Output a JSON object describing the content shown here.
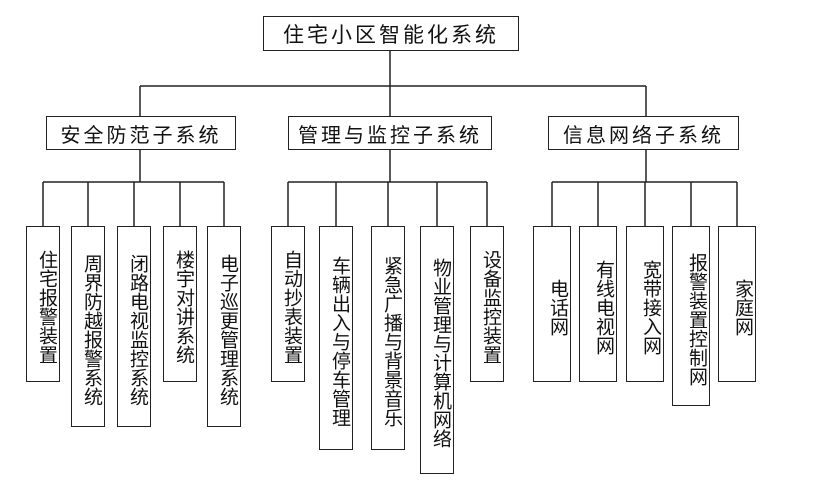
{
  "root": {
    "label": "住宅小区智能化系统"
  },
  "subsystems": [
    {
      "label": "安全防范子系统",
      "children": [
        "住宅报警装置",
        "周界防越报警系统",
        "闭路电视监控系统",
        "楼宇对讲系统",
        "电子巡更管理系统"
      ]
    },
    {
      "label": "管理与监控子系统",
      "children": [
        "自动抄表装置",
        "车辆出入与停车管理",
        "紧急广播与背景音乐",
        "物业管理与计算机网络",
        "设备监控装置"
      ]
    },
    {
      "label": "信息网络子系统",
      "children": [
        "电话网",
        "有线电视网",
        "宽带接入网",
        "报警装置控制网",
        "家庭网"
      ]
    }
  ]
}
